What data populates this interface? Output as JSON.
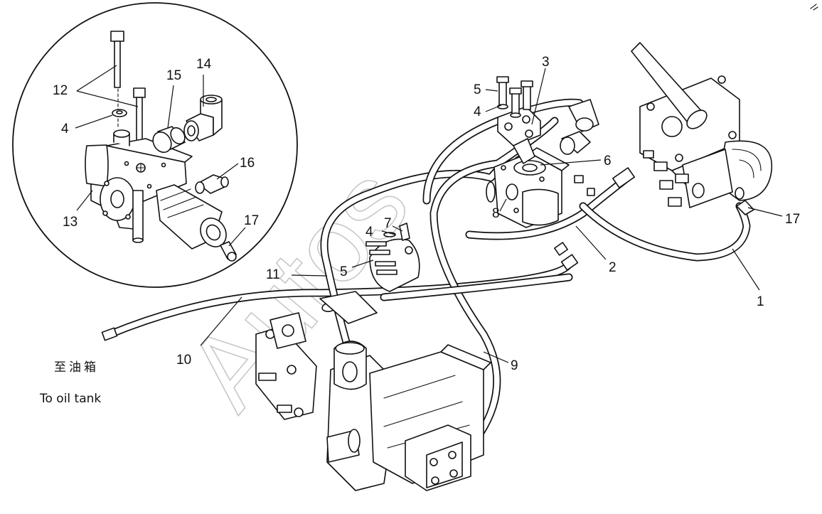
{
  "callouts": {
    "c1": "1",
    "c2": "2",
    "c3": "3",
    "c4_inset": "4",
    "c4_top": "4",
    "c4_mid": "4",
    "c5_top": "5",
    "c5_mid": "5",
    "c6": "6",
    "c7": "7",
    "c8": "8",
    "c9": "9",
    "c10": "10",
    "c11": "11",
    "c12": "12",
    "c13": "13",
    "c14": "14",
    "c15": "15",
    "c16": "16",
    "c17_inset": "17",
    "c17_main": "17"
  },
  "notes": {
    "to_tank_cn": "至油箱",
    "to_tank_en": "To oil tank"
  },
  "watermark": "Autos"
}
